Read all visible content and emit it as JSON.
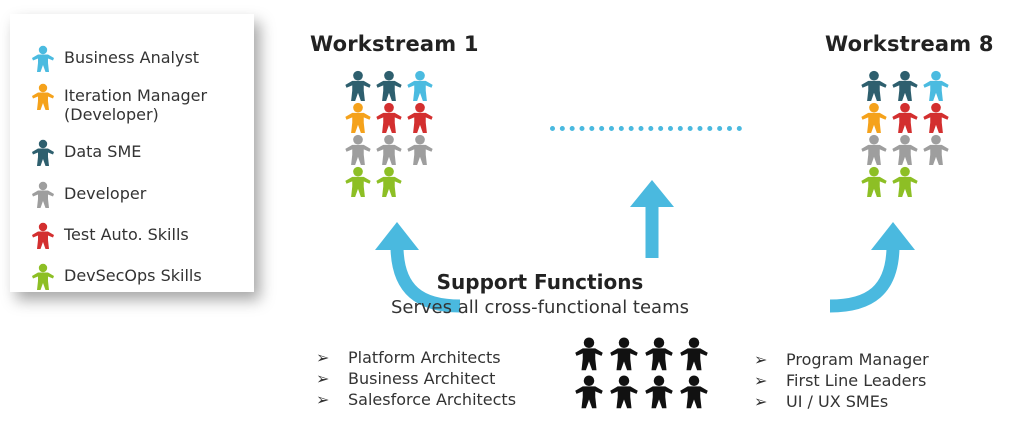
{
  "colors": {
    "business_analyst": "#4bbbe0",
    "iteration_manager": "#f5a21b",
    "data_sme": "#2e5f6e",
    "developer": "#9e9e9e",
    "test_auto": "#d32f2f",
    "devsecops": "#8dbf25",
    "arrow": "#4ab9df",
    "support_people": "#111111"
  },
  "legend": {
    "items": [
      {
        "label": "Business Analyst",
        "role": "business_analyst"
      },
      {
        "label": "Iteration Manager (Developer)",
        "role": "iteration_manager"
      },
      {
        "label": "Data SME",
        "role": "data_sme"
      },
      {
        "label": "Developer",
        "role": "developer"
      },
      {
        "label": "Test Auto. Skills",
        "role": "test_auto"
      },
      {
        "label": "DevSecOps Skills",
        "role": "devsecops"
      }
    ]
  },
  "workstreams": [
    {
      "title": "Workstream 1",
      "rows": [
        [
          "data_sme",
          "data_sme",
          "business_analyst"
        ],
        [
          "iteration_manager",
          "test_auto",
          "test_auto"
        ],
        [
          "developer",
          "developer",
          "developer"
        ],
        [
          "devsecops",
          "devsecops"
        ]
      ]
    },
    {
      "title": "Workstream 8",
      "rows": [
        [
          "data_sme",
          "data_sme",
          "business_analyst"
        ],
        [
          "iteration_manager",
          "test_auto",
          "test_auto"
        ],
        [
          "developer",
          "developer",
          "developer"
        ],
        [
          "devsecops",
          "devsecops"
        ]
      ]
    }
  ],
  "support": {
    "title": "Support Functions",
    "subtitle": "Serves all cross-functional teams",
    "left_list": [
      "Platform Architects",
      "Business Architect",
      "Salesforce Architects"
    ],
    "right_list": [
      "Program Manager",
      "First Line Leaders",
      "UI / UX SMEs"
    ],
    "bullet_glyph": "➢"
  }
}
